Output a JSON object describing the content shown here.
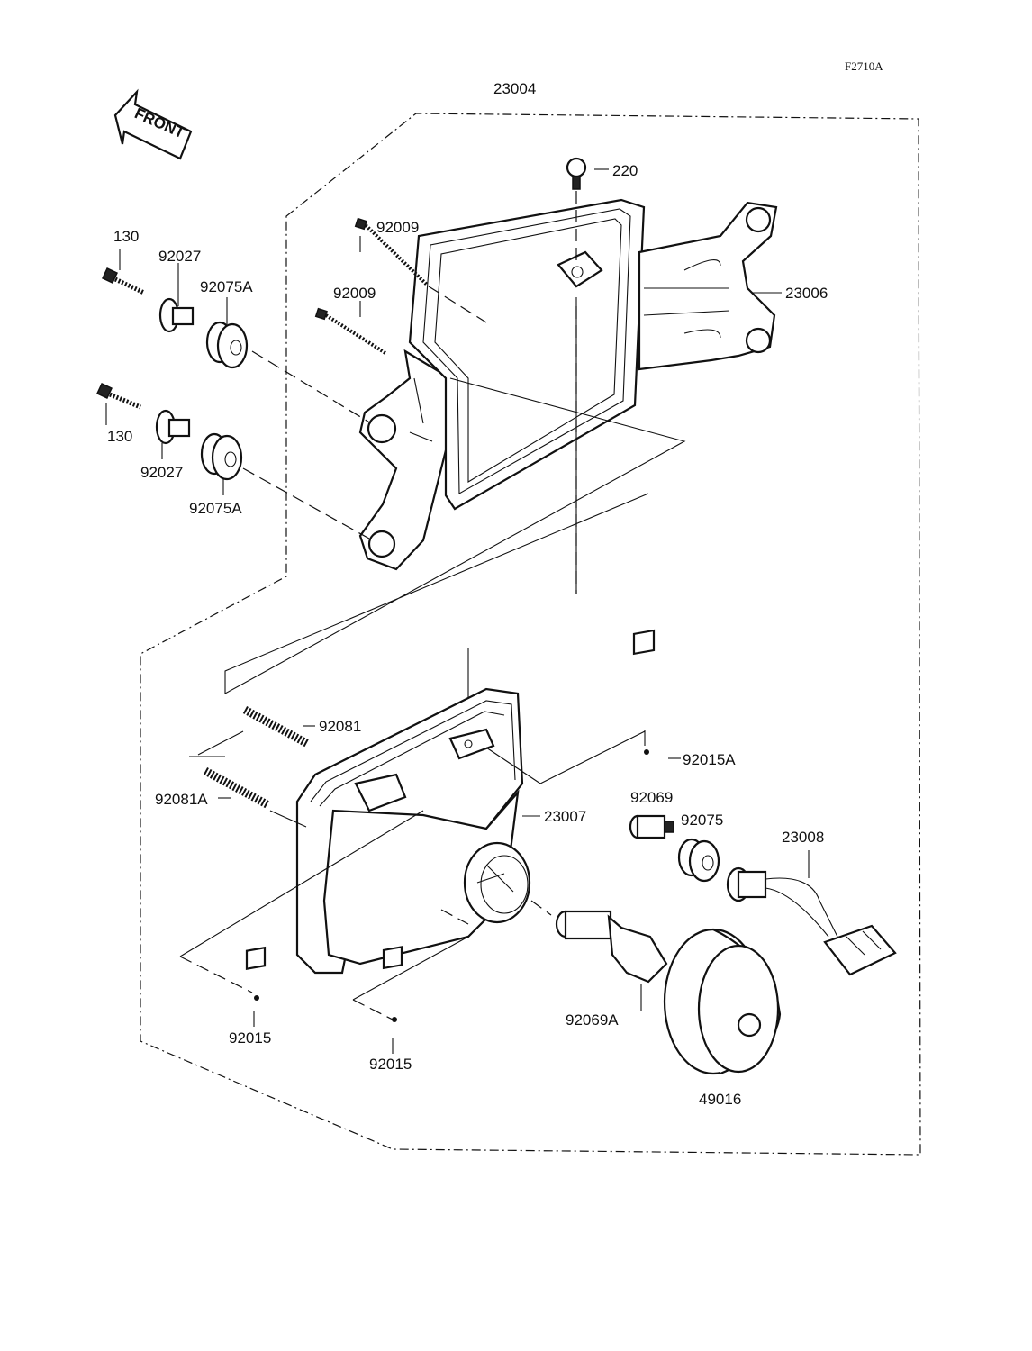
{
  "figure_code": "F2710A",
  "front_marker": "FRONT",
  "labels": {
    "p23004": "23004",
    "p220": "220",
    "p92009_a": "92009",
    "p92009_b": "92009",
    "p23006": "23006",
    "p130_a": "130",
    "p92027_a": "92027",
    "p92075A_a": "92075A",
    "p130_b": "130",
    "p92027_b": "92027",
    "p92075A_b": "92075A",
    "p92081": "92081",
    "p92081A": "92081A",
    "p92015A": "92015A",
    "p92069": "92069",
    "p92075": "92075",
    "p23007": "23007",
    "p23008": "23008",
    "p92069A": "92069A",
    "p92015_a": "92015",
    "p92015_b": "92015",
    "p49016": "49016"
  }
}
